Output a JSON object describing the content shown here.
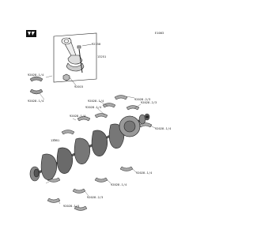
{
  "diagram": {
    "figure_id": "E1003",
    "part_labels": {
      "rod_assembly": "13251",
      "rod_bolt": "92150",
      "rod_nut": "92015",
      "crankshaft": "13031",
      "bearing_a": "92028-1/4",
      "bearing_b": "92028-1/4",
      "bearing_c": "92028-2/3",
      "bearing_d": "92028-1/4",
      "bearing_e": "92028-1/4",
      "bearing_f": "92028-2/3",
      "bearing_g": "92028-1/4",
      "bearing_h": "92028-1/4",
      "bearing_i": "92028-1/4",
      "bearing_j": "92028-1/4",
      "bearing_k": "92028-2/3",
      "bearing_l": "92028-1/4"
    }
  }
}
